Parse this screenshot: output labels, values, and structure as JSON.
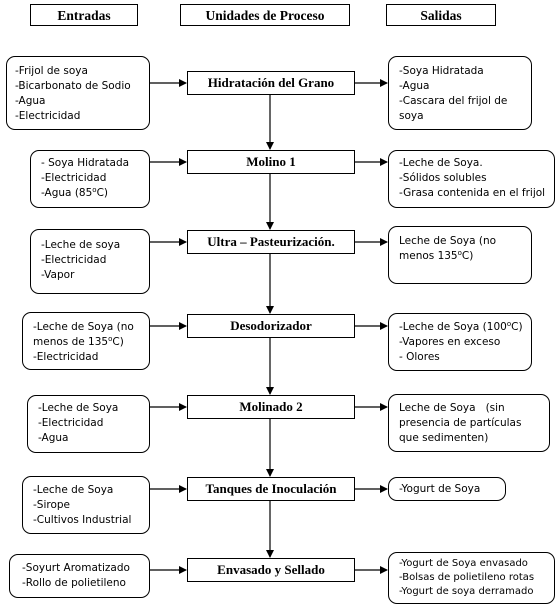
{
  "headers": {
    "inputs": "Entradas",
    "processes": "Unidades de Proceso",
    "outputs": "Salidas"
  },
  "steps": [
    {
      "process": "Hidratación del Grano",
      "inputs": [
        "-Frijol de soya",
        "-Bicarbonato de Sodio",
        "-Agua",
        "-Electricidad"
      ],
      "outputs": [
        "-Soya Hidratada",
        "-Agua",
        "-Cascara del frijol de soya"
      ]
    },
    {
      "process": "Molino 1",
      "inputs": [
        "- Soya Hidratada",
        "-Electricidad",
        "-Agua (85ºC)"
      ],
      "outputs": [
        "-Leche de Soya.",
        "-Sólidos solubles",
        "-Grasa contenida en el frijol"
      ]
    },
    {
      "process": "Ultra – Pasteurización.",
      "inputs": [
        "-Leche de soya",
        "-Electricidad",
        "-Vapor"
      ],
      "outputs": [
        "Leche de Soya (no menos 135ºC)"
      ]
    },
    {
      "process": "Desodorizador",
      "inputs": [
        "-Leche de Soya (no menos de 135ºC)",
        "-Electricidad"
      ],
      "outputs": [
        "-Leche de Soya (100ºC)",
        "-Vapores en exceso",
        "- Olores"
      ]
    },
    {
      "process": "Molinado 2",
      "inputs": [
        "-Leche de Soya",
        "-Electricidad",
        "-Agua"
      ],
      "outputs": [
        "Leche de Soya   (sin presencia de partículas que sedimenten)"
      ]
    },
    {
      "process": "Tanques de Inoculación",
      "inputs": [
        "-Leche de Soya",
        "-Sirope",
        "-Cultivos Industrial"
      ],
      "outputs": [
        "-Yogurt de Soya"
      ]
    },
    {
      "process": "Envasado y Sellado",
      "inputs": [
        "-Soyurt Aromatizado",
        "-Rollo de polietileno"
      ],
      "outputs": [
        "-Yogurt de Soya envasado",
        "-Bolsas de polietileno rotas",
        "-Yogurt de soya derramado"
      ]
    }
  ]
}
